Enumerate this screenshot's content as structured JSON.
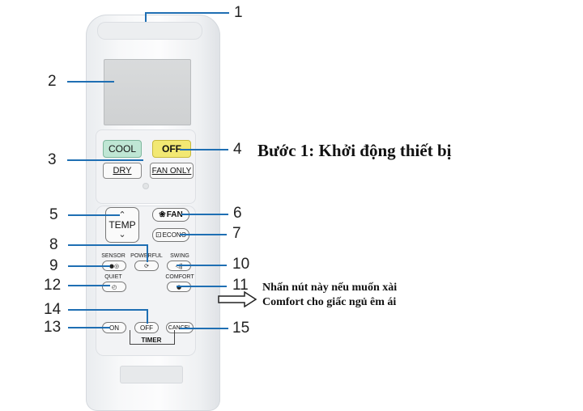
{
  "heading": "Bước 1: Khởi động thiết bị",
  "note": {
    "line1": "Nhấn nút này nếu muốn xài",
    "line2": "Comfort cho giấc ngủ êm ái"
  },
  "callouts": {
    "n1": "1",
    "n2": "2",
    "n3": "3",
    "n4": "4",
    "n5": "5",
    "n6": "6",
    "n7": "7",
    "n8": "8",
    "n9": "9",
    "n10": "10",
    "n11": "11",
    "n12": "12",
    "n13": "13",
    "n14": "14",
    "n15": "15"
  },
  "buttons": {
    "cool": "COOL",
    "off": "OFF",
    "dry": "DRY",
    "fan_only": "FAN ONLY",
    "temp": "TEMP",
    "fan": "FAN",
    "econo": "ECONO",
    "sensor": "SENSOR",
    "powerful": "POWERFUL",
    "swing": "SWING",
    "quiet": "QUIET",
    "comfort": "COMFORT",
    "timer_on": "ON",
    "timer_off": "OFF",
    "cancel": "CANCEL",
    "timer": "TIMER"
  },
  "colors": {
    "callout_line": "#1f6fb3",
    "cool_button": "#bfe6d4",
    "off_button": "#f2e873"
  },
  "icons": [
    "chevron-up-icon",
    "chevron-down-icon",
    "fan-icon",
    "econo-icon",
    "sensor-icon",
    "powerful-icon",
    "swing-icon",
    "quiet-icon",
    "comfort-icon",
    "arrow-right-icon"
  ]
}
